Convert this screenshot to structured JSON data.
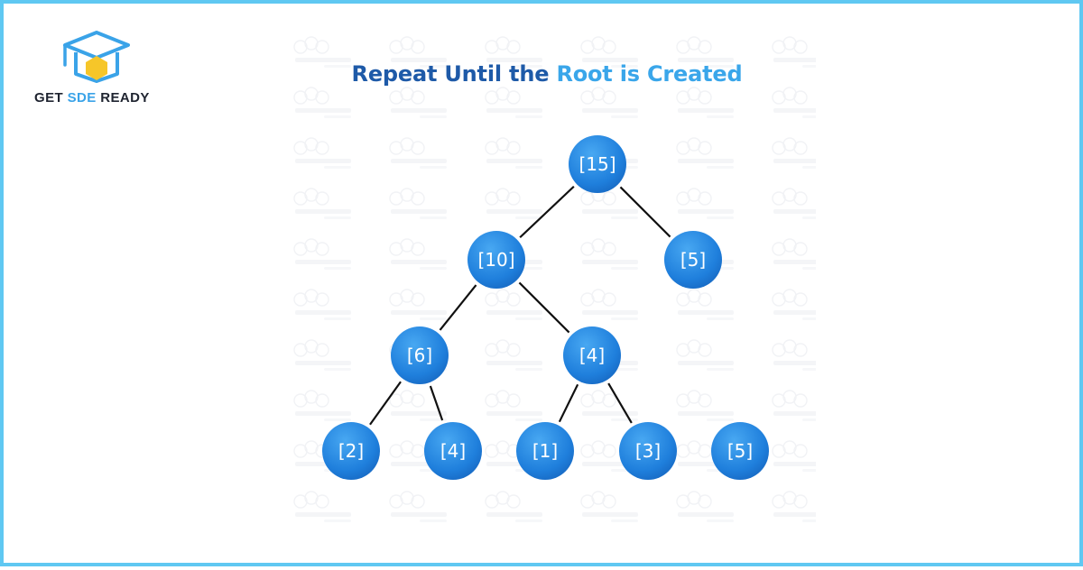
{
  "brand": {
    "word1": "GET",
    "word2": "SDE",
    "word3": "READY",
    "accent": "#3aa3e8",
    "dark": "#1f2430"
  },
  "title": {
    "part1": "Repeat Until the",
    "part2": "Root is Created",
    "color1": "#1e5aa8",
    "color2": "#3aa6ea"
  },
  "frame_color": "#5fc8f2",
  "node_color": "#1f7fdc",
  "tree": {
    "nodes": [
      {
        "id": "n15",
        "label": "[15]"
      },
      {
        "id": "n10",
        "label": "[10]"
      },
      {
        "id": "n5a",
        "label": "[5]"
      },
      {
        "id": "n6",
        "label": "[6]"
      },
      {
        "id": "n4a",
        "label": "[4]"
      },
      {
        "id": "n2",
        "label": "[2]"
      },
      {
        "id": "n4b",
        "label": "[4]"
      },
      {
        "id": "n1",
        "label": "[1]"
      },
      {
        "id": "n3",
        "label": "[3]"
      },
      {
        "id": "n5b",
        "label": "[5]"
      }
    ],
    "edges": [
      {
        "from": "n15",
        "to": "n10"
      },
      {
        "from": "n15",
        "to": "n5a"
      },
      {
        "from": "n10",
        "to": "n6"
      },
      {
        "from": "n10",
        "to": "n4a"
      },
      {
        "from": "n6",
        "to": "n2"
      },
      {
        "from": "n6",
        "to": "n4b"
      },
      {
        "from": "n4a",
        "to": "n1"
      },
      {
        "from": "n4a",
        "to": "n3"
      }
    ]
  }
}
